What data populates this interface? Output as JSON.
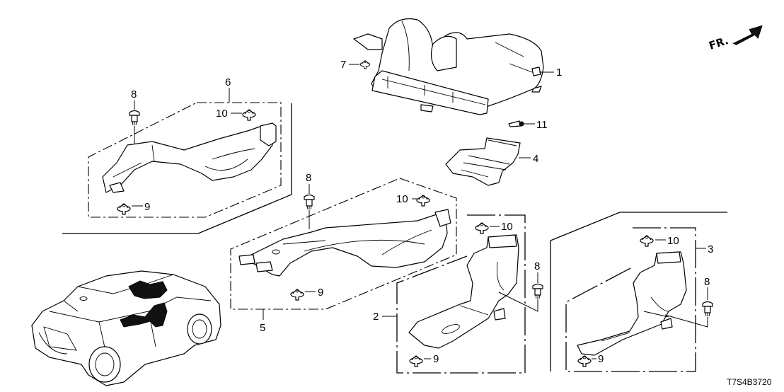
{
  "diagram": {
    "direction_indicator": {
      "label": "FR.",
      "icon": "arrow-right-up-icon"
    },
    "diagram_code": "T7S4B3720",
    "callouts": [
      {
        "id": "1",
        "label": "1"
      },
      {
        "id": "2",
        "label": "2"
      },
      {
        "id": "3",
        "label": "3"
      },
      {
        "id": "4",
        "label": "4"
      },
      {
        "id": "5",
        "label": "5"
      },
      {
        "id": "6",
        "label": "6"
      },
      {
        "id": "7",
        "label": "7"
      },
      {
        "id": "8a",
        "label": "8"
      },
      {
        "id": "8b",
        "label": "8"
      },
      {
        "id": "8c",
        "label": "8"
      },
      {
        "id": "8d",
        "label": "8"
      },
      {
        "id": "9a",
        "label": "9"
      },
      {
        "id": "9b",
        "label": "9"
      },
      {
        "id": "9c",
        "label": "9"
      },
      {
        "id": "9d",
        "label": "9"
      },
      {
        "id": "10a",
        "label": "10"
      },
      {
        "id": "10b",
        "label": "10"
      },
      {
        "id": "10c",
        "label": "10"
      },
      {
        "id": "10d",
        "label": "10"
      },
      {
        "id": "11",
        "label": "11"
      }
    ],
    "colors": {
      "line": "#000000",
      "background": "#ffffff"
    }
  }
}
